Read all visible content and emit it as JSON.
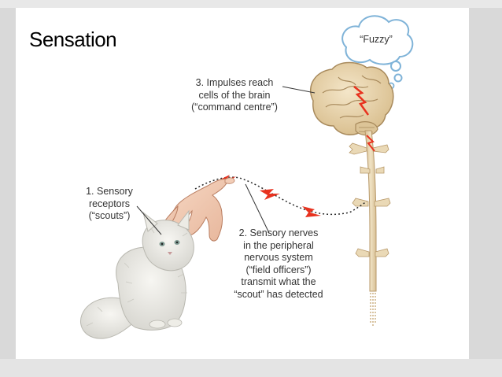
{
  "slide": {
    "title": "Sensation"
  },
  "diagram": {
    "thought_bubble": "“Fuzzy”",
    "label_1": [
      "1. Sensory",
      "receptors",
      "(“scouts”)"
    ],
    "label_2": [
      "2. Sensory nerves",
      "in the peripheral",
      "nervous system",
      "(“field officers”)",
      "transmit what the",
      "“scout” has detected"
    ],
    "label_3": [
      "3. Impulses reach",
      "cells of the brain",
      "(“command centre”)"
    ]
  },
  "colors": {
    "background": "#d9d9d9",
    "slide": "#ffffff",
    "brain": "#e8d3ad",
    "spinal_cord": "#e9d6b2",
    "impulse": "#e8321f",
    "cloud_outline": "#7fb3d8"
  }
}
